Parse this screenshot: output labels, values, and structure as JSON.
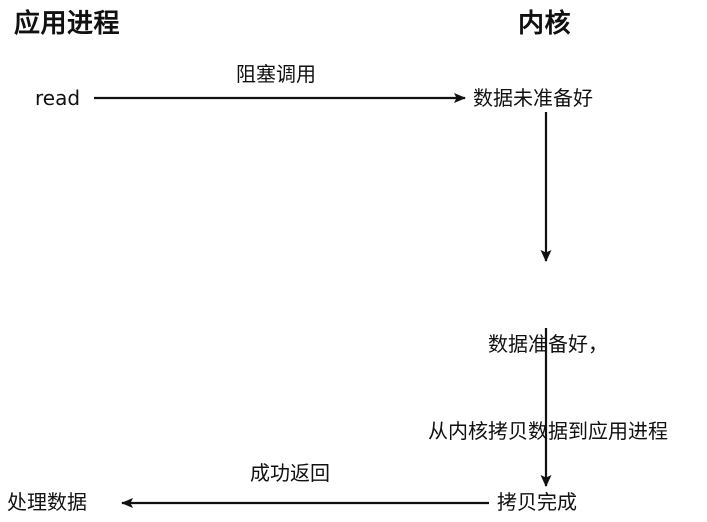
{
  "diagram": {
    "title_hidden": "",
    "colors": {
      "stroke": "#111111",
      "text": "#111111",
      "background": "#ffffff"
    },
    "columns": [
      {
        "id": "app",
        "label": "应用进程"
      },
      {
        "id": "kernel",
        "label": "内核"
      }
    ],
    "nodes": [
      {
        "id": "read",
        "label": "read",
        "column": "app"
      },
      {
        "id": "data_not_ready",
        "label": "数据未准备好",
        "column": "kernel"
      },
      {
        "id": "data_ready_line1",
        "label": "数据准备好，",
        "column": "kernel"
      },
      {
        "id": "data_ready_line2",
        "label": "从内核拷贝数据到应用进程",
        "column": "kernel"
      },
      {
        "id": "copy_done",
        "label": "拷贝完成",
        "column": "kernel"
      },
      {
        "id": "process_data",
        "label": "处理数据",
        "column": "app"
      }
    ],
    "edges": [
      {
        "id": "blocking_call",
        "label": "阻塞调用",
        "from": "read",
        "to": "data_not_ready",
        "direction": "right"
      },
      {
        "id": "kernel_wait",
        "label": "",
        "from": "data_not_ready",
        "to": "data_ready_line1",
        "direction": "down"
      },
      {
        "id": "kernel_copy",
        "label": "",
        "from": "data_ready_line2",
        "to": "copy_done",
        "direction": "down"
      },
      {
        "id": "success_return",
        "label": "成功返回",
        "from": "copy_done",
        "to": "process_data",
        "direction": "left"
      }
    ]
  }
}
